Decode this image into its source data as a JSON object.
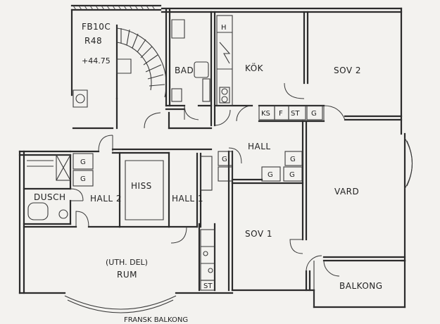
{
  "plan_code": "FB10C",
  "plan_ref": "R48",
  "elevation": "+44.75",
  "rooms": {
    "bad": "BAD",
    "kok": "KÖK",
    "sov2": "SOV 2",
    "hall": "HALL",
    "hall1": "HALL 1",
    "hall2": "HALL 2",
    "hiss": "HISS",
    "dusch": "DUSCH",
    "vard": "VARD",
    "sov1": "SOV 1",
    "uth_del": "(UTH. DEL)",
    "rum": "RUM",
    "balkong": "BALKONG",
    "fransk_balkong": "FRANSK BALKONG"
  },
  "fixtures": {
    "ks": "KS",
    "f": "F",
    "st": "ST",
    "g": "G",
    "h": "H"
  }
}
